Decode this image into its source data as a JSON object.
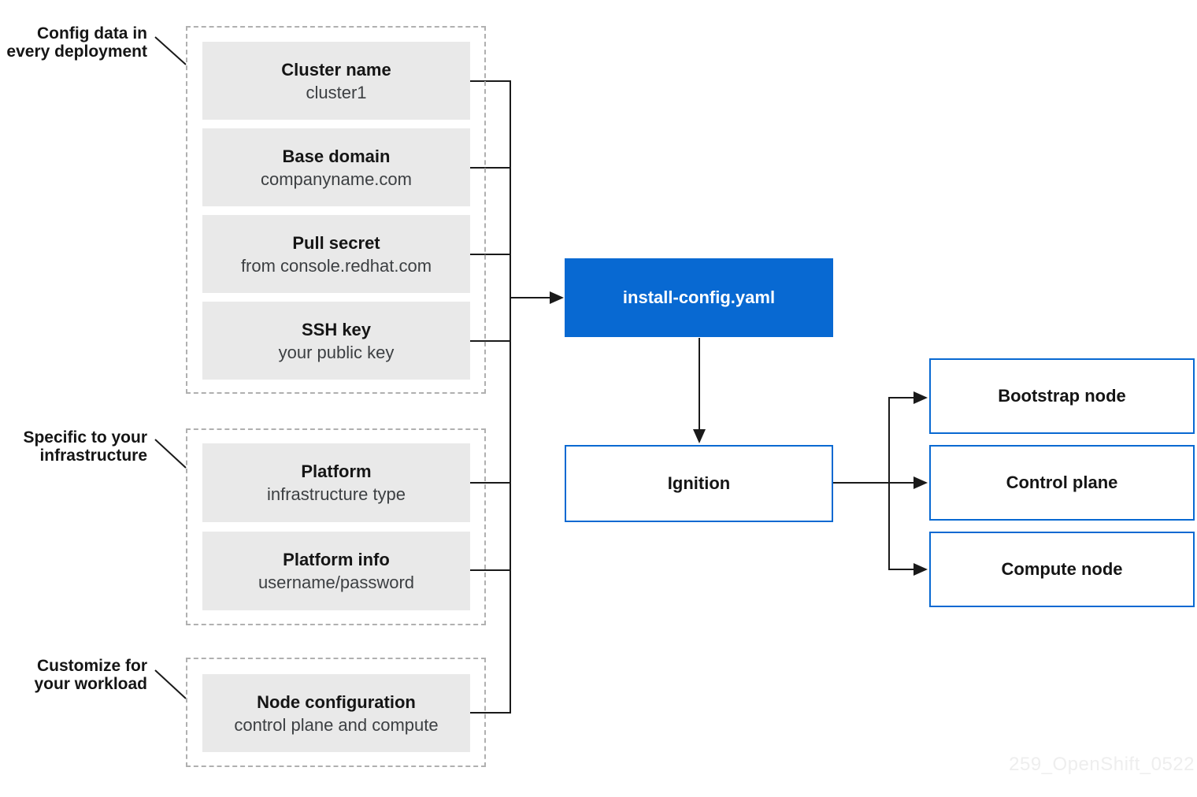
{
  "annotations": [
    {
      "lines": [
        "Config data in",
        "every deployment"
      ]
    },
    {
      "lines": [
        "Specific to your",
        "infrastructure"
      ]
    },
    {
      "lines": [
        "Customize for",
        "your workload"
      ]
    }
  ],
  "groups": [
    {
      "name": "config data in every deployment",
      "items": [
        {
          "title": "Cluster name",
          "subtitle": "cluster1"
        },
        {
          "title": "Base domain",
          "subtitle": "companyname.com"
        },
        {
          "title": "Pull secret",
          "subtitle": "from console.redhat.com"
        },
        {
          "title": "SSH key",
          "subtitle": "your public key"
        }
      ]
    },
    {
      "name": "specific to your infrastructure",
      "items": [
        {
          "title": "Platform",
          "subtitle": "infrastructure type"
        },
        {
          "title": "Platform info",
          "subtitle": "username/password"
        }
      ]
    },
    {
      "name": "customize for your workload",
      "items": [
        {
          "title": "Node configuration",
          "subtitle": "control plane and compute"
        }
      ]
    }
  ],
  "nodes": {
    "install_config": "install-config.yaml",
    "ignition": "Ignition",
    "bootstrap": "Bootstrap node",
    "control_plane": "Control plane",
    "compute": "Compute node"
  },
  "watermark": "259_OpenShift_0522",
  "colors": {
    "accent_blue": "#0869d2",
    "item_fill_gray": "#e9e9e9",
    "dashed_border_gray": "#b0b0b0",
    "connector_black": "#1a1a1a",
    "heading_text": "#151515",
    "subtitle_text": "#3c3f42",
    "watermark_gray": "#eeeeee"
  }
}
